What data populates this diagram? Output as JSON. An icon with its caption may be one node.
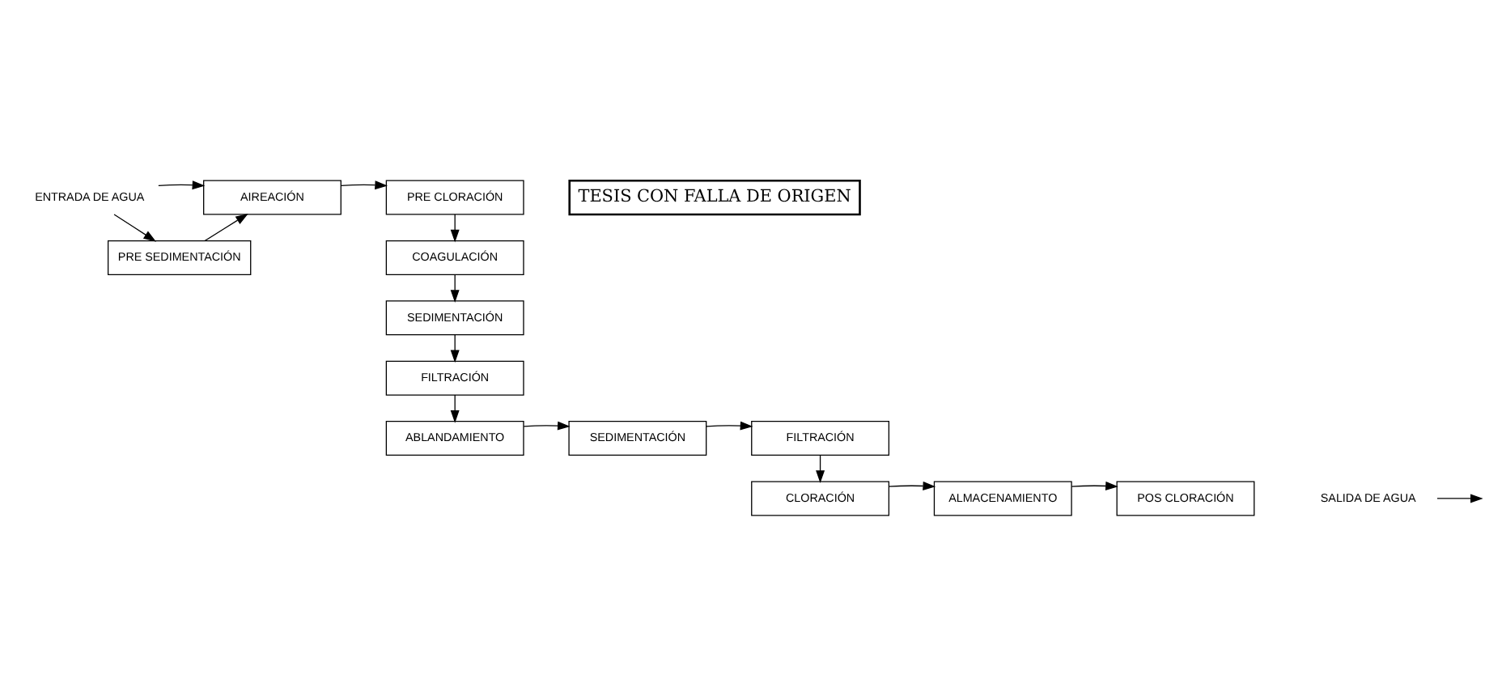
{
  "diagram": {
    "nodes": [
      {
        "text": [
          "ENTRADA DE AGUA"
        ]
      },
      {
        "text": [
          "AIREACIÓN"
        ]
      },
      {
        "text": [
          "PRE SEDIMENTACIÓN"
        ]
      },
      {
        "text": [
          "PRE CLORACIÓN"
        ]
      },
      {
        "text": [
          "COAGULACIÓN"
        ]
      },
      {
        "text": [
          "SEDIMENTACIÓN"
        ]
      },
      {
        "text": [
          "FILTRACIÓN"
        ]
      },
      {
        "text": [
          "ABLANDAMIENTO"
        ]
      },
      {
        "text": [
          "SEDIMENTACIÓN"
        ]
      },
      {
        "text": [
          "FILTRACIÓN"
        ]
      },
      {
        "text": [
          "CLORACIÓN"
        ]
      },
      {
        "text": [
          "ALMACENAMIENTO"
        ]
      },
      {
        "text": [
          "POS CLORACIÓN"
        ]
      },
      {
        "text": [
          "SALIDA DE AGUA"
        ]
      }
    ],
    "edges": [
      {
        "from": 0,
        "to": 1,
        "arrow": "to"
      },
      {
        "from": 0,
        "to": 2,
        "arrow": "to"
      },
      {
        "from": 2,
        "to": 1,
        "arrow": "to"
      },
      {
        "from": 1,
        "to": 3,
        "arrow": "to"
      },
      {
        "from": 3,
        "to": 4,
        "arrow": "to"
      },
      {
        "from": 4,
        "to": 5,
        "arrow": "to"
      },
      {
        "from": 5,
        "to": 6,
        "arrow": "to"
      },
      {
        "from": 6,
        "to": 7,
        "arrow": "to"
      },
      {
        "from": 7,
        "to": 8,
        "arrow": "to"
      },
      {
        "from": 8,
        "to": 9,
        "arrow": "to"
      },
      {
        "from": 9,
        "to": 10,
        "arrow": "to"
      },
      {
        "from": 10,
        "to": 11,
        "arrow": "to"
      },
      {
        "from": 11,
        "to": 12,
        "arrow": "to"
      },
      {
        "from": 13,
        "to": null,
        "arrow": "to"
      }
    ],
    "labels": [
      "TESIS CON FALLA DE ORIGEN"
    ]
  }
}
